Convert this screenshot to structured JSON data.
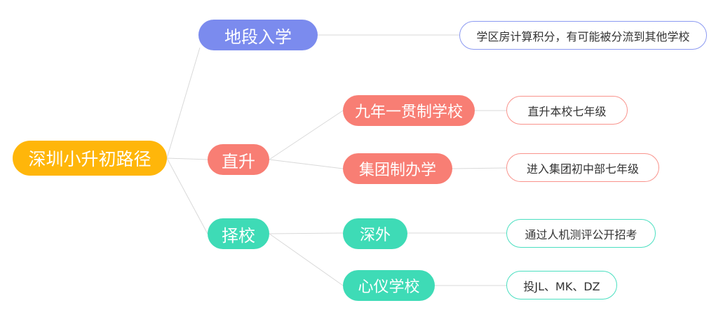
{
  "diagram": {
    "type": "mindmap",
    "root": {
      "label": "深圳小升初路径"
    },
    "branches": [
      {
        "label": "地段入学",
        "leaf": {
          "label": "学区房计算积分，有可能被分流到其他学校"
        }
      },
      {
        "label": "直升",
        "children": [
          {
            "label": "九年一贯制学校",
            "leaf": {
              "label": "直升本校七年级"
            }
          },
          {
            "label": "集团制办学",
            "leaf": {
              "label": "进入集团初中部七年级"
            }
          }
        ]
      },
      {
        "label": "择校",
        "children": [
          {
            "label": "深外",
            "leaf": {
              "label": "通过人机测评公开招考"
            }
          },
          {
            "label": "心仪学校",
            "leaf": {
              "label": "投JL、MK、DZ"
            }
          }
        ]
      }
    ],
    "colors": {
      "root": "#FFB60A",
      "branch_district": "#7B8BEE",
      "branch_direct": "#F87E74",
      "branch_choose": "#3EDBB6",
      "leaf_border_blue": "#8B99F1",
      "leaf_border_salmon": "#F9938C",
      "leaf_border_teal": "#4ADFC0",
      "leaf_text": "#333333",
      "node_text": "#ffffff",
      "connector": "#d9d9d9",
      "background": "#ffffff"
    }
  }
}
